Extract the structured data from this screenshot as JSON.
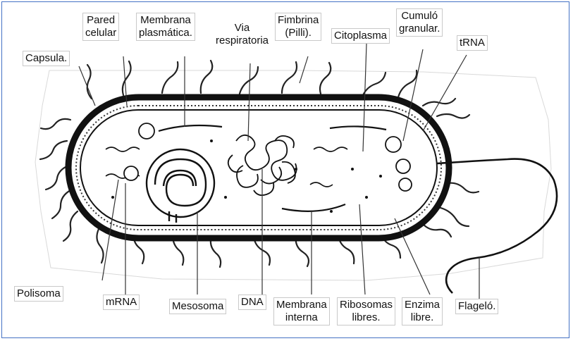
{
  "colors": {
    "frame_border": "#4472c4",
    "ink": "#111111",
    "background": "#ffffff"
  },
  "labels": {
    "capsula": "Capsula.",
    "pared_line1": "Pared",
    "pared_line2": "celular",
    "membrana_plasm_line1": "Membrana",
    "membrana_plasm_line2": "plasmática.",
    "via_line1": "Via",
    "via_line2": "respiratoria",
    "fimbrina_line1": "Fimbrina",
    "fimbrina_line2": "(Pilli).",
    "citoplasma": "Citoplasma",
    "cumulo_line1": "Cumuló",
    "cumulo_line2": "granular.",
    "trna": "tRNA",
    "polisoma": "Polisoma",
    "mrna": "mRNA",
    "mesosoma": "Mesosoma",
    "dna": "DNA",
    "membrana_int_line1": "Membrana",
    "membrana_int_line2": "interna",
    "ribosomas_line1": "Ribosomas",
    "ribosomas_line2": "libres.",
    "enzima_line1": "Enzima",
    "enzima_line2": "libre.",
    "flagelo": "Flageló."
  }
}
